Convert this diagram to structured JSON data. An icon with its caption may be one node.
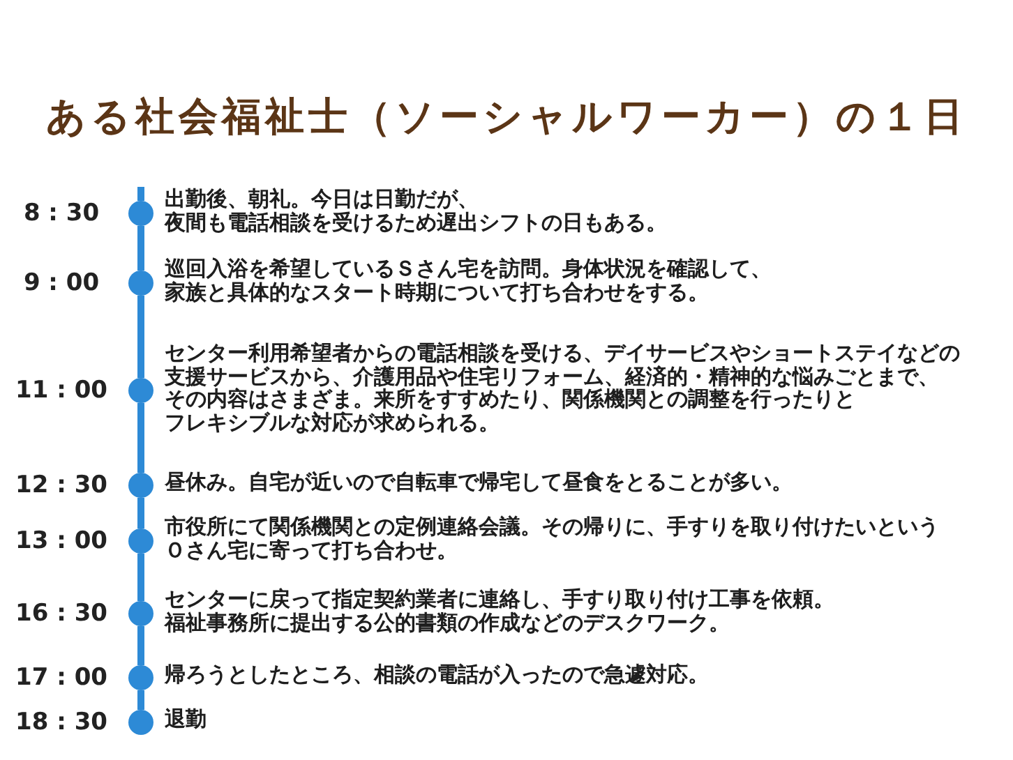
{
  "diagram": {
    "title": "ある社会福祉士（ソーシャルワーカー）の１日",
    "nodes": [
      {
        "text": [],
        "shape": "circle",
        "beside": [
          "8 : 30",
          "出勤後、朝礼。今日は日勤だが、夜間も電話相談を受けるため遅出シフトの日もある。"
        ]
      },
      {
        "text": [],
        "shape": "circle",
        "beside": [
          "9 : 00",
          "巡回入浴を希望しているＳさん宅を訪問。身体状況を確認して、家族と具体的なスタート時期について打ち合わせをする。"
        ]
      },
      {
        "text": [],
        "shape": "circle",
        "beside": [
          "11 : 00",
          "センター利用希望者からの電話相談を受ける、デイサービスやショートステイなどの支援サービスから、介護用品や住宅リフォーム、経済的・精神的な悩みごとまで、その内容はさまざま。来所をすすめたり、関係機関との調整を行ったりとフレキシブルな対応が求められる。"
        ]
      },
      {
        "text": [],
        "shape": "circle",
        "beside": [
          "12 : 30",
          "昼休み。自宅が近いので自転車で帰宅して昼食をとることが多い。"
        ]
      },
      {
        "text": [],
        "shape": "circle",
        "beside": [
          "13 : 00",
          "市役所にて関係機関との定例連絡会議。その帰りに、手すりを取り付けたいというＯさん宅に寄って打ち合わせ。"
        ]
      },
      {
        "text": [],
        "shape": "circle",
        "beside": [
          "16 : 30",
          "センターに戻って指定契約業者に連絡し、手すり取り付け工事を依頼。福祉事務所に提出する公的書類の作成などのデスクワーク。"
        ]
      },
      {
        "text": [],
        "shape": "circle",
        "beside": [
          "17 : 00",
          "帰ろうとしたところ、相談の電話が入ったので急遽対応。"
        ]
      },
      {
        "text": [],
        "shape": "circle",
        "beside": [
          "18 : 30",
          "退勤"
        ]
      }
    ],
    "edges": [
      {
        "from": null,
        "to": 0,
        "arrow": "none"
      },
      {
        "from": 0,
        "to": 1,
        "arrow": "none"
      },
      {
        "from": 1,
        "to": 2,
        "arrow": "none"
      },
      {
        "from": 2,
        "to": 3,
        "arrow": "none"
      },
      {
        "from": 3,
        "to": 4,
        "arrow": "none"
      },
      {
        "from": 4,
        "to": 5,
        "arrow": "none"
      },
      {
        "from": 5,
        "to": 6,
        "arrow": "none"
      },
      {
        "from": 6,
        "to": 7,
        "arrow": "none"
      }
    ]
  }
}
